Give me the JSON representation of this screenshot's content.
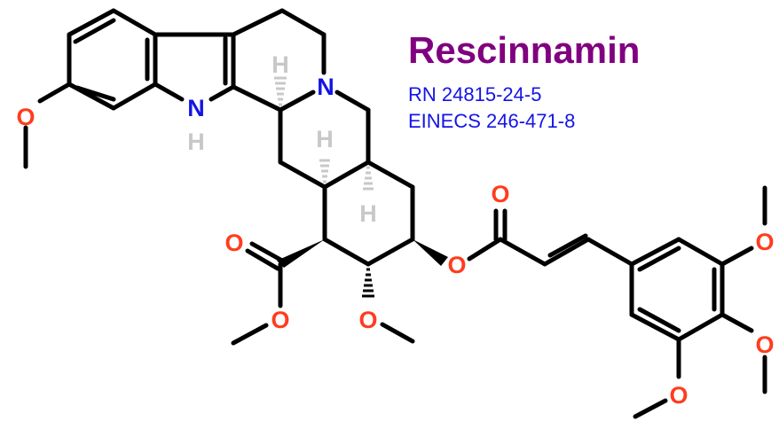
{
  "compound": {
    "name": "Rescinnamin",
    "rn": "RN 24815-24-5",
    "einecs": "EINECS 246-471-8"
  },
  "atom_labels": {
    "oxygen": "O",
    "nitrogen": "N",
    "hydrogen": "H"
  },
  "colors": {
    "title": "#800080",
    "info": "#1414e6",
    "oxygen": "#ff3c1e",
    "nitrogen": "#1414e6",
    "hydrogen": "#c8c8c8",
    "bond": "#000000"
  }
}
